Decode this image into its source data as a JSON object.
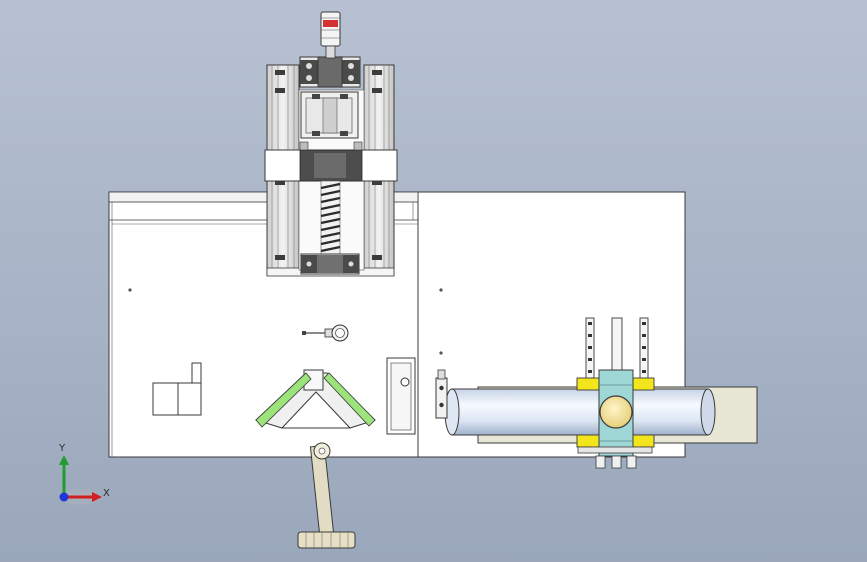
{
  "view": {
    "type": "cad-top-view",
    "background_colors": [
      "#b7c1d1",
      "#9aa7bb"
    ]
  },
  "triad": {
    "x_label": "X",
    "y_label": "Y",
    "x_color": "#d21f1f",
    "y_color": "#1e9e2c",
    "z_color": "#1f35d6"
  },
  "colors": {
    "part_fill": "#ffffff",
    "part_stroke": "#3a3a3a",
    "rail_fill": "#e6e6e6",
    "dark_metal": "#4d4d4d",
    "green_accent": "#9be37a",
    "yellow_accent": "#f2e51b",
    "cyan_clamp": "#9fd6d6",
    "pipe_light": "#f4f8ff",
    "pipe_shade": "#b8c6dc",
    "brass": "#e9ddb0",
    "red_coupling": "#d43232"
  }
}
